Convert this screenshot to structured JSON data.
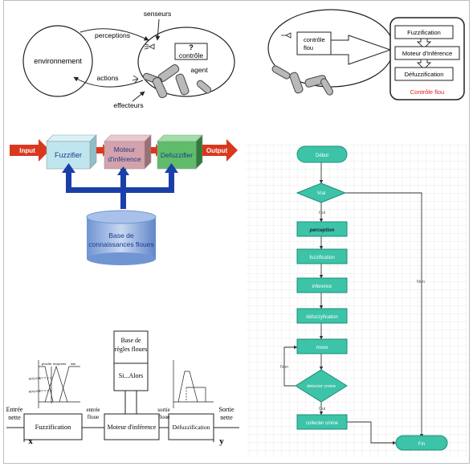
{
  "agent_diagram": {
    "environment": "environnement",
    "perceptions": "perceptions",
    "actions": "actions",
    "sensors": "senseurs",
    "effectors": "effecteurs",
    "agent": "agent",
    "question": "?",
    "control": "contrôle"
  },
  "fuzzy_agent": {
    "controller": "contrôle flou",
    "fuzzification": "Fuzzification",
    "inference_engine": "Moteur d'Inférence",
    "defuzzification": "Défuzzification",
    "fuzzy_control": "Contrôle flou",
    "accent_color": "#e02020"
  },
  "fuzzy_pipeline": {
    "input": "Input",
    "fuzzifier": "Fuzzifier",
    "inference": "Moteur d'inférence",
    "defuzzifier": "Defuzzifier",
    "output": "Output",
    "knowledge_base": "Base de connaissances floues",
    "colors": {
      "arrow": "#d9381e",
      "fuzzifier": "#bfe6ee",
      "inference": "#d4a2aa",
      "defuzzifier": "#5ebc6a",
      "link": "#1a3fa8",
      "base": "#7ea2d9"
    }
  },
  "flowchart": {
    "start": "Début",
    "condition": "Vrai",
    "yes": "Oui",
    "no": "Non",
    "step1": "perception",
    "step2": "fuzzification",
    "step3": "inference",
    "step4": "défuzzyfication",
    "step5": "move",
    "check": "detector cmine",
    "step6": "collecter cmine",
    "end": "Fin",
    "colors": {
      "fill": "#3cc3a8",
      "stroke": "#1d8f79",
      "grid": "#e3e3e3"
    }
  },
  "fuzzy_system": {
    "rules_title": "Base de règles floues",
    "rules": "Si...Alors",
    "crisp_input": "Entrée nette",
    "fuzzification": "Fuzzification",
    "fuzzy_input": "entrée floue",
    "inference_engine": "Moteur d'inférence",
    "fuzzy_output": "sortie floue",
    "defuzzification": "Défuzzification",
    "crisp_output": "Sortie nette",
    "x": "x",
    "y": "y",
    "mf_labels": [
      "proche",
      "moyenne",
      "loin"
    ],
    "mu_labels": [
      "µ(x)=0.6",
      "µ(x)=0.2"
    ]
  }
}
